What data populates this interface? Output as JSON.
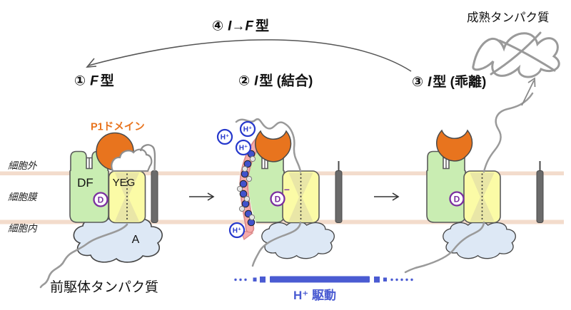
{
  "steps": {
    "s1": {
      "num": "①",
      "italic": "F",
      "suffix": "型"
    },
    "s2": {
      "num": "②",
      "italic": "I",
      "suffix": "型 (結合)"
    },
    "s3": {
      "num": "③",
      "italic": "I",
      "suffix": "型 (乖離)"
    },
    "s4": {
      "num": "④",
      "italic": "I→F",
      "suffix": "型"
    }
  },
  "membrane": {
    "outside": "細胞外",
    "layer": "細胞膜",
    "inside": "細胞内"
  },
  "components": {
    "p1": "P1ドメイン",
    "df": "DF",
    "yeg": "YEG",
    "a": "A",
    "d": "D",
    "minus": "–",
    "proton": "H⁺"
  },
  "captions": {
    "precursor": "前駆体タンパク質",
    "mature": "成熟タンパク質",
    "drive": "H⁺ 駆動"
  },
  "colors": {
    "orange": "#E8741E",
    "green": "#C9EDB2",
    "yellow": "#FBFBA6",
    "membrane_band": "#F3DCCC",
    "cloud": "#DDE8F5",
    "proton_blue": "#2638CC",
    "d_purple": "#7B2FA0",
    "drive_blue": "#4A5BD2",
    "pink": "#F5ABAB",
    "pink_edge": "#DB8A8A",
    "bead_blue": "#4152CC",
    "bar_gray": "#6B6B6B",
    "thread_gray": "#9A9A9A"
  }
}
